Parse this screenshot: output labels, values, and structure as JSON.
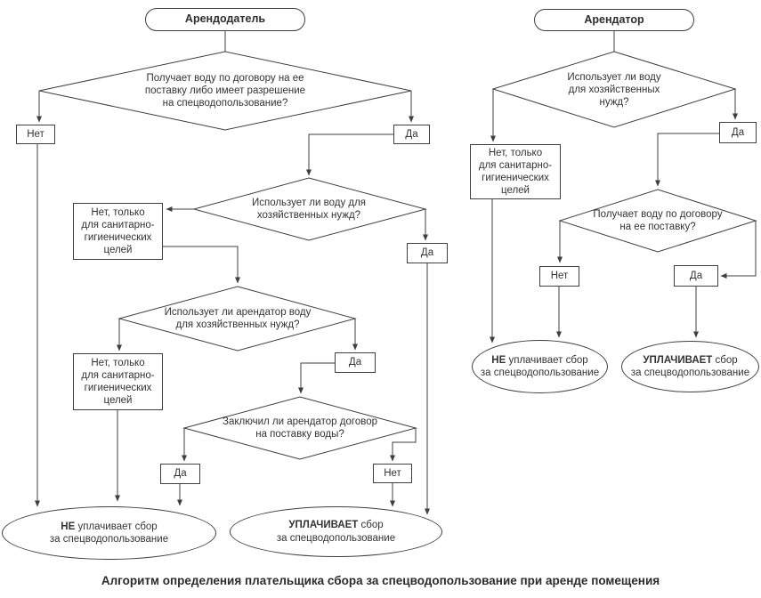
{
  "caption": "Алгоритм определения плательщика сбора за спецводопользование при аренде помещения",
  "labels": {
    "yes": "Да",
    "no": "Нет"
  },
  "landlord": {
    "title": "Арендодатель",
    "q_supply": [
      "Получает воду по договору на ее",
      "поставку либо имеет разрешение",
      "на спецводопользование?"
    ],
    "q_household": [
      "Использует ли воду для",
      "хозяйственных нужд?"
    ],
    "no_sanitary": [
      "Нет, только",
      "для санитарно-",
      "гигиенических",
      "целей"
    ],
    "q_tenant_household": [
      "Использует ли арендатор воду",
      "для хозяйственных нужд?"
    ],
    "q_contract": [
      "Заключил ли арендатор договор",
      "на поставку воды?"
    ],
    "result_no_pay": {
      "em": "НЕ",
      "rest": [
        "уплачивает сбор",
        "за спецводопользование"
      ]
    },
    "result_pay": {
      "em": "УПЛАЧИВАЕТ",
      "rest": [
        "сбор",
        "за спецводопользование"
      ]
    }
  },
  "tenant": {
    "title": "Арендатор",
    "q_household": [
      "Использует ли воду",
      "для хозяйственных",
      "нужд?"
    ],
    "no_sanitary": [
      "Нет, только",
      "для санитарно-",
      "гигиенических",
      "целей"
    ],
    "q_supply": [
      "Получает воду по договору",
      "на ее поставку?"
    ],
    "result_no_pay": {
      "em": "НЕ",
      "rest": [
        "уплачивает сбор",
        "за спецводопользование"
      ]
    },
    "result_pay": {
      "em": "УПЛАЧИВАЕТ",
      "rest": [
        "сбор",
        "за спецводопользование"
      ]
    }
  }
}
